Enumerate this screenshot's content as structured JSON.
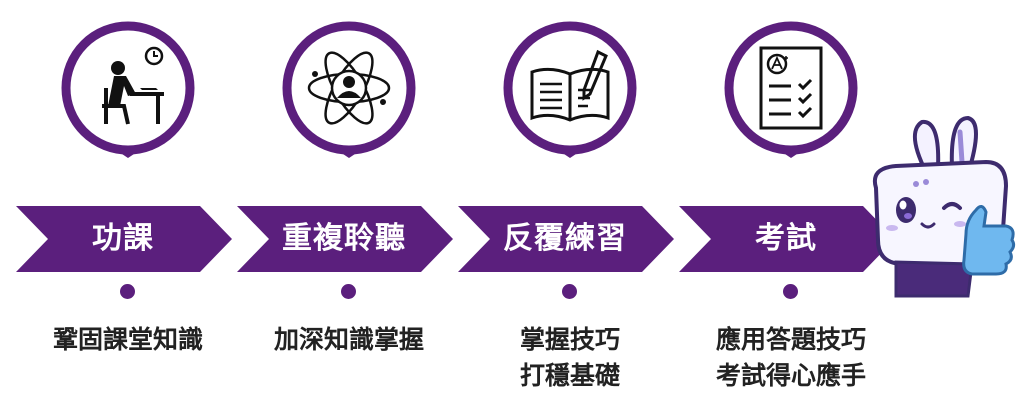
{
  "colors": {
    "accent": "#5b1f7d",
    "text": "#222222",
    "background": "#ffffff"
  },
  "steps": [
    {
      "icon": "study-desk-icon",
      "label": "功課",
      "desc_lines": [
        "鞏固課堂知識"
      ]
    },
    {
      "icon": "atom-person-icon",
      "label": "重複聆聽",
      "desc_lines": [
        "加深知識掌握"
      ]
    },
    {
      "icon": "open-book-pen-icon",
      "label": "反覆練習",
      "desc_lines": [
        "掌握技巧",
        "打穩基礎"
      ]
    },
    {
      "icon": "checklist-grade-icon",
      "label": "考試",
      "desc_lines": [
        "應用答題技巧",
        "考試得心應手"
      ]
    }
  ],
  "mascot": {
    "icon": "rabbit-mascot-thumbs-up-icon"
  }
}
